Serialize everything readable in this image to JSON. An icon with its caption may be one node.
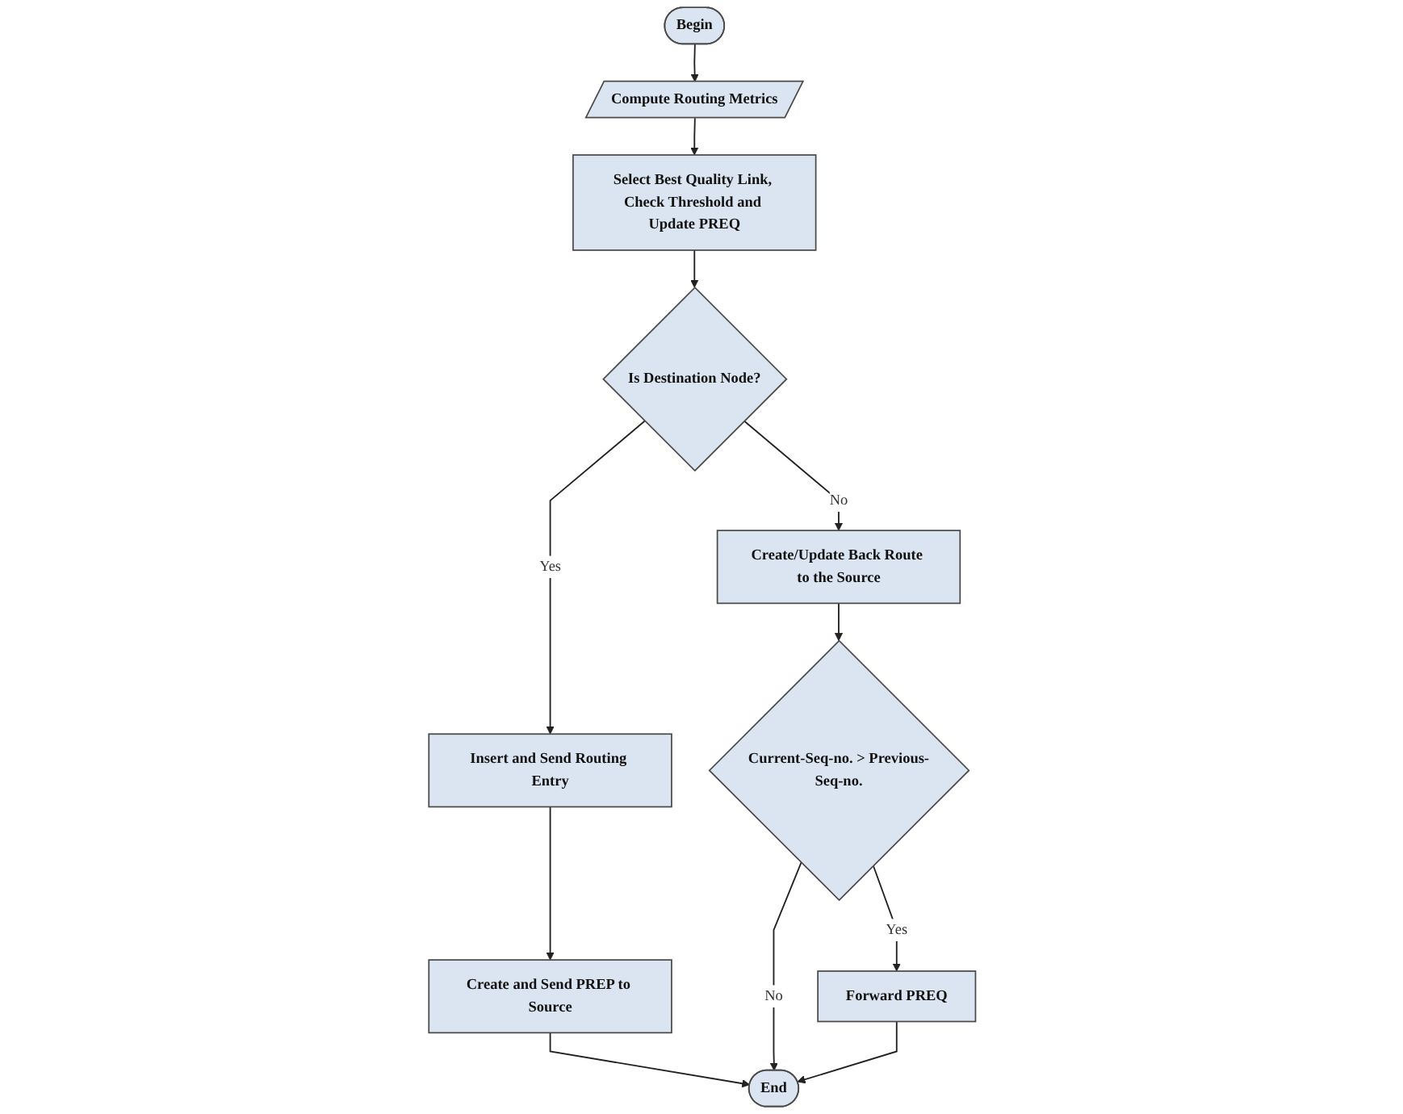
{
  "diagram": {
    "nodes": [
      {
        "text": [
          "Begin"
        ]
      },
      {
        "text": [
          "Compute Routing Metrics"
        ]
      },
      {
        "text": [
          "Select Best Quality Link, Check Threshold and Update PREQ"
        ]
      },
      {
        "text": [
          "Is Destination Node?"
        ]
      },
      {
        "text": [
          "Insert and Send Routing Entry"
        ]
      },
      {
        "text": [
          "Create/Update Back Route to the Source"
        ]
      },
      {
        "text": [
          "Create and Send PREP to Source"
        ]
      },
      {
        "text": [
          "Current-Seq-no. > Previous-Seq-no."
        ]
      },
      {
        "text": [
          "End"
        ]
      },
      {
        "text": [
          "Forward PREQ"
        ]
      }
    ],
    "edges": [
      {
        "from": 0,
        "to": 1,
        "arrow": "to"
      },
      {
        "from": 1,
        "to": 2,
        "arrow": "to"
      },
      {
        "from": 2,
        "to": 3,
        "arrow": "to"
      },
      {
        "from": 3,
        "to": 4,
        "arrow": "to",
        "label": "Yes"
      },
      {
        "from": 3,
        "to": 5,
        "arrow": "to",
        "label": "No"
      },
      {
        "from": 4,
        "to": 6,
        "arrow": "to"
      },
      {
        "from": 5,
        "to": 7,
        "arrow": "to"
      },
      {
        "from": 7,
        "to": 8,
        "arrow": "to",
        "label": "No"
      },
      {
        "from": 7,
        "to": 9,
        "arrow": "to",
        "label": "Yes"
      },
      {
        "from": 6,
        "to": 8,
        "arrow": "to"
      },
      {
        "from": 9,
        "to": 8,
        "arrow": "to"
      }
    ]
  }
}
